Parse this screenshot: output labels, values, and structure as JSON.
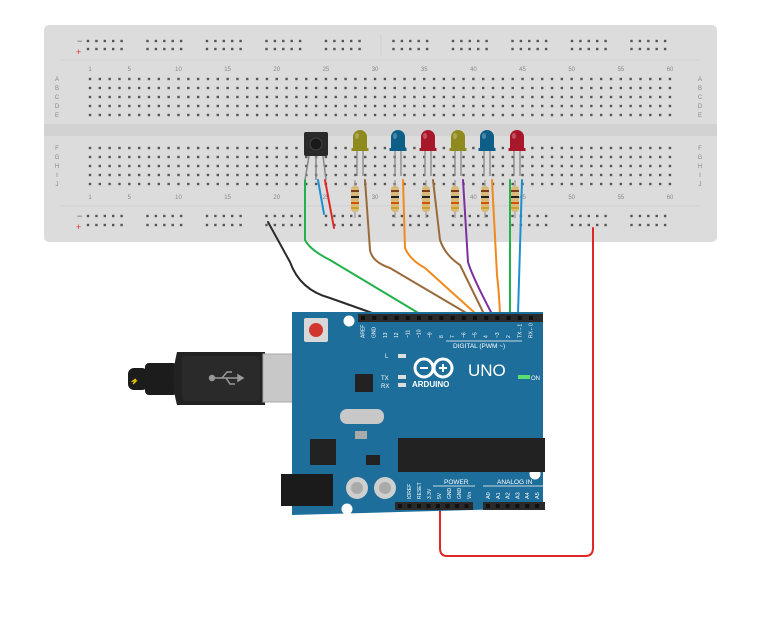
{
  "breadboard": {
    "column_numbers": [
      "1",
      "5",
      "10",
      "15",
      "20",
      "25",
      "30",
      "35",
      "40",
      "45",
      "50",
      "55",
      "60"
    ],
    "row_letters_top": [
      "A",
      "B",
      "C",
      "D",
      "E"
    ],
    "row_letters_bottom": [
      "F",
      "G",
      "H",
      "I",
      "J"
    ],
    "rail_minus": "−",
    "rail_plus": "+"
  },
  "leds": [
    {
      "color_name": "yellow",
      "color": "#8f8a1e"
    },
    {
      "color_name": "blue",
      "color": "#0d5f88"
    },
    {
      "color_name": "red",
      "color": "#a8182a"
    },
    {
      "color_name": "yellow",
      "color": "#8f8a1e"
    },
    {
      "color_name": "blue",
      "color": "#0d5f88"
    },
    {
      "color_name": "red",
      "color": "#a8182a"
    }
  ],
  "wire_colors": {
    "black": "#2b2b2b",
    "green": "#22b24c",
    "brown": "#9a6a3c",
    "orange": "#f08a1c",
    "purple": "#7d2f9e",
    "cyan": "#1d8fd1",
    "red": "#e02626"
  },
  "arduino": {
    "brand_label": "ARDUINO",
    "model_label": "UNO",
    "digital_label": "DIGITAL (PWM ~)",
    "power_label": "POWER",
    "analog_label": "ANALOG IN",
    "on_label": "ON",
    "l_label": "L",
    "tx_label": "TX",
    "rx_label": "RX",
    "digital_pins": [
      "AREF",
      "GND",
      "13",
      "12",
      "~11",
      "~10",
      "~9",
      "8",
      "7",
      "~6",
      "~5",
      "4",
      "~3",
      "2",
      "TX→1",
      "RX←0"
    ],
    "power_pins": [
      "IOREF",
      "RESET",
      "3.3V",
      "5V",
      "GND",
      "GND",
      "Vin"
    ],
    "analog_pins": [
      "A0",
      "A1",
      "A2",
      "A3",
      "A4",
      "A5"
    ],
    "board_color": "#1d6e9a"
  }
}
